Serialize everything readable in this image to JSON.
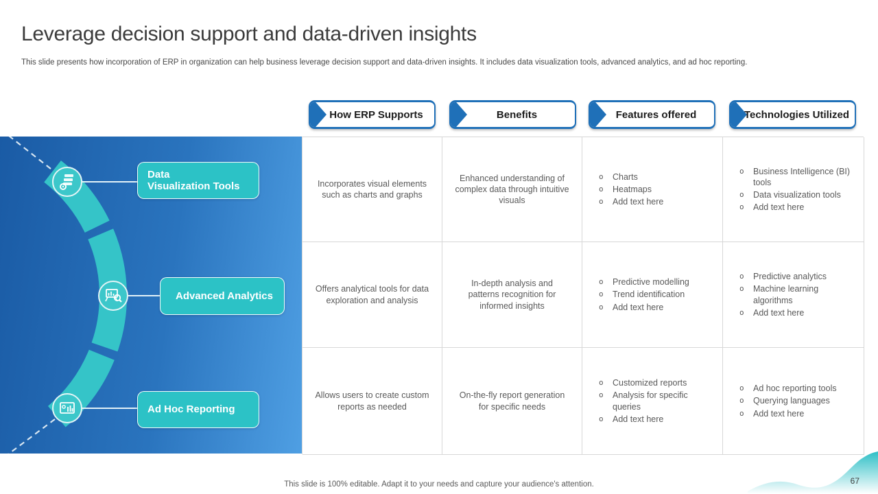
{
  "title": "Leverage decision support and data-driven insights",
  "subtitle": "This slide presents how incorporation of ERP in organization can help business leverage decision support and data-driven insights. It includes data visualization tools, advanced analytics, and ad hoc reporting.",
  "footer": "This slide is 100% editable. Adapt it to your needs and capture your audience's attention.",
  "page_number": "67",
  "colors": {
    "teal_accent": "#2cc2c6",
    "panel_gradient_left": "#1a5ba5",
    "panel_gradient_right": "#4f9fe3",
    "tab_border_blue": "#1f70b8",
    "table_border": "#d7d7d7",
    "body_text": "#595959"
  },
  "table": {
    "columns": [
      "How ERP Supports",
      "Benefits",
      "Features offered",
      "Technologies Utilized"
    ],
    "rows": [
      {
        "label_line1": "Data",
        "label_line2": "Visualization Tools",
        "icon": "data-gear-icon",
        "how_erp_supports": "Incorporates visual elements such as charts and graphs",
        "benefits": "Enhanced understanding of complex data through intuitive visuals",
        "features_offered": [
          "Charts",
          "Heatmaps",
          "Add text here"
        ],
        "technologies_utilized": [
          "Business Intelligence (BI) tools",
          "Data visualization tools",
          "Add text here"
        ]
      },
      {
        "label_line1": "Advanced Analytics",
        "icon": "analytics-board-icon",
        "how_erp_supports": "Offers analytical tools for data exploration and analysis",
        "benefits": "In-depth analysis and patterns recognition for informed insights",
        "features_offered": [
          "Predictive modelling",
          "Trend identification",
          "Add text here"
        ],
        "technologies_utilized": [
          "Predictive analytics",
          "Machine learning algorithms",
          "Add text here"
        ]
      },
      {
        "label_line1": "Ad Hoc Reporting",
        "icon": "report-chart-icon",
        "how_erp_supports": "Allows users to create custom reports as needed",
        "benefits": "On-the-fly report generation for specific needs",
        "features_offered": [
          "Customized reports",
          "Analysis for specific queries",
          "Add text here"
        ],
        "technologies_utilized": [
          "Ad hoc reporting tools",
          "Querying languages",
          "Add text here"
        ]
      }
    ]
  }
}
